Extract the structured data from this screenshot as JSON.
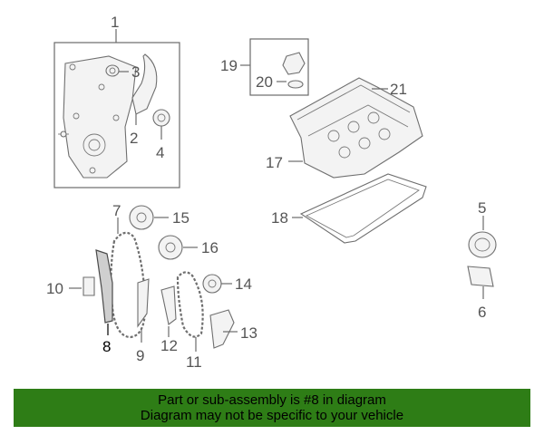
{
  "callouts": {
    "c1": "1",
    "c2": "2",
    "c3": "3",
    "c4": "4",
    "c5": "5",
    "c6": "6",
    "c7": "7",
    "c8": "8",
    "c9": "9",
    "c10": "10",
    "c11": "11",
    "c12": "12",
    "c13": "13",
    "c14": "14",
    "c15": "15",
    "c16": "16",
    "c17": "17",
    "c18": "18",
    "c19": "19",
    "c20": "20",
    "c21": "21"
  },
  "highlighted_part": "8",
  "colors": {
    "banner": "#2e7d16",
    "highlight": "#000000",
    "lines": "#6a6a6a"
  },
  "banner": {
    "line1": "Part or sub-assembly is #8 in diagram",
    "line2": "Diagram may not be specific to your vehicle"
  }
}
